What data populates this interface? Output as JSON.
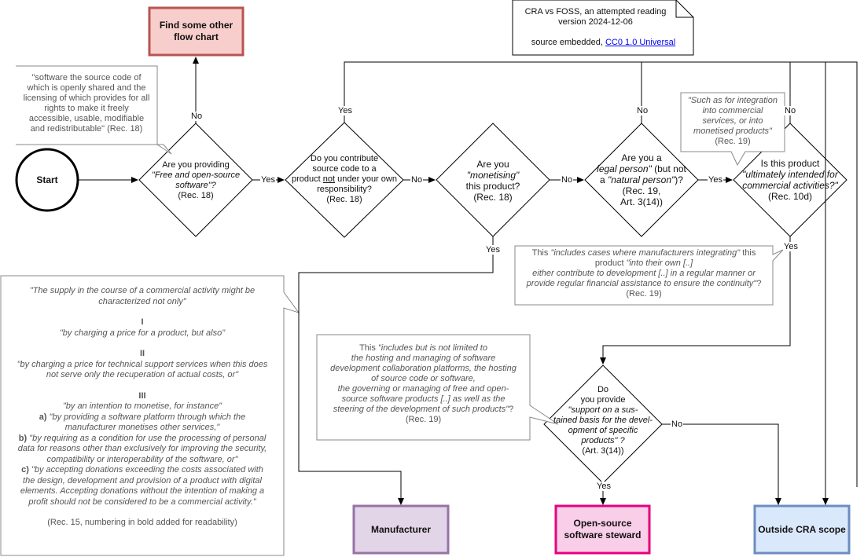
{
  "terminals": {
    "start": "Start",
    "find_other": "Find some other flow chart",
    "manufacturer": "Manufacturer",
    "steward": "Open-source software steward",
    "outside": "Outside CRA scope"
  },
  "header": {
    "title": "CRA vs FOSS, an attempted reading",
    "version": "version 2024-12-06",
    "source_prefix": "source embedded, ",
    "license_link": "CC0 1.0 Universal"
  },
  "q1": {
    "line1": "Are you providing",
    "line2": "\"Free and open-source",
    "line3": "software\"?",
    "line4": "(Rec. 18)"
  },
  "q2": {
    "line1": "Do you contribute",
    "line2": "source code to a",
    "line3_pre": "product ",
    "line3_em": "not",
    "line3_post": " under your own",
    "line4": "responsibility?",
    "line5": "(Rec. 18)"
  },
  "q3": {
    "line1": "Are you",
    "line2": "\"monetising\"",
    "line3": "this product?",
    "line4": "(Rec. 18)"
  },
  "q4": {
    "line1": "Are you a",
    "line2_it": "legal person\"",
    "line2_rest": " (but not",
    "line3_pre": "a ",
    "line3_it": "\"natural person\"",
    "line3_post": ")?",
    "line4": "(Rec. 19,",
    "line5": "Art. 3(14))"
  },
  "q5": {
    "line1": "Is this product",
    "line2": "\"ultimately intended for",
    "line3": "commercial activities?\"",
    "line4": "(Rec. 10d)"
  },
  "q6": {
    "line1": "Do",
    "line2": "you provide",
    "line3": "\"support on a sus-",
    "line4": "tained basis for the devel-",
    "line5": "opment of specific",
    "line6": "products\" ?",
    "line7": "(Art. 3(14))"
  },
  "notes": {
    "foss_def": {
      "line1": "\"software the source code of",
      "line2": "which is openly shared and the",
      "line3": "licensing of which provides for all",
      "line4": "rights to make it freely",
      "line5": "accessible, usable, modifiable",
      "line6": "and redistributable\" (Rec. 18)"
    },
    "integration": {
      "line1": "\"Such as for integration",
      "line2": "into commercial",
      "line3": "services, or into",
      "line4": "monetised products\"",
      "line5": "(Rec. 19)"
    },
    "manufacturers": {
      "line1_pre": "This ",
      "line1_it": "\"includes cases where manufacturers integrating\"",
      "line1_post": " this",
      "line2_pre": "product ",
      "line2_it": "\"into their own [..]",
      "line3": "either contribute to development [..] in a regular manner or",
      "line4": "provide regular financial assistance to ensure the continuity\"",
      "line4_post": "?",
      "line5": "(Rec. 19)"
    },
    "steward": {
      "line1_pre": "This ",
      "line1_it": "\"includes but is not limited to",
      "line2": "the hosting and managing of software",
      "line3": "development collaboration platforms, the hosting",
      "line4": "of source code or software,",
      "line5": "the governing or managing of free and open-",
      "line6": "source software products [..] as well as the",
      "line7": "steering of the development of such products\"",
      "line7_post": "?",
      "line8": "(Rec. 19)"
    },
    "commercial": {
      "intro1": "\"The supply in the course of a commercial activity might be",
      "intro2": "characterized not only\"",
      "n1": "I",
      "t1": "\"by charging a price for a product, but also\"",
      "n2": "II",
      "t2a": "\"by charging a price for technical support services when this does",
      "t2b": "not serve only the recuperation of actual costs, or\"",
      "n3": "III",
      "t3": "\"by an intention to monetise, for instance\"",
      "a_lbl": "a)",
      "a1": " \"by providing a software platform through which the",
      "a2": "manufacturer monetises other services,\"",
      "b_lbl": "b)",
      "b1": " \"by requiring as a condition for use the processing of personal",
      "b2": "data for reasons other than exclusively for improving the security,",
      "b3": "compatibility or interoperability of the software, or\"",
      "c_lbl": "c)",
      "c1": " \"by accepting donations exceeding the costs associated with",
      "c2": "the design, development and provision of a product with digital",
      "c3": "elements. Accepting donations without the intention of making a",
      "c4": "profit should not be considered to be a commercial activity.\"",
      "footer": "(Rec. 15, numbering in bold added for readability)"
    }
  },
  "labels": {
    "yes": "Yes",
    "no": "No"
  },
  "colors": {
    "find_fill": "#f8cecc",
    "find_stroke": "#b85450",
    "manufacturer_fill": "#e1d5e7",
    "manufacturer_stroke": "#9673a6",
    "steward_fill": "#f8cee8",
    "steward_stroke": "#e6007e",
    "outside_fill": "#dae8fc",
    "outside_stroke": "#6c8ebf",
    "note_stroke": "#888888",
    "line": "#000000"
  }
}
